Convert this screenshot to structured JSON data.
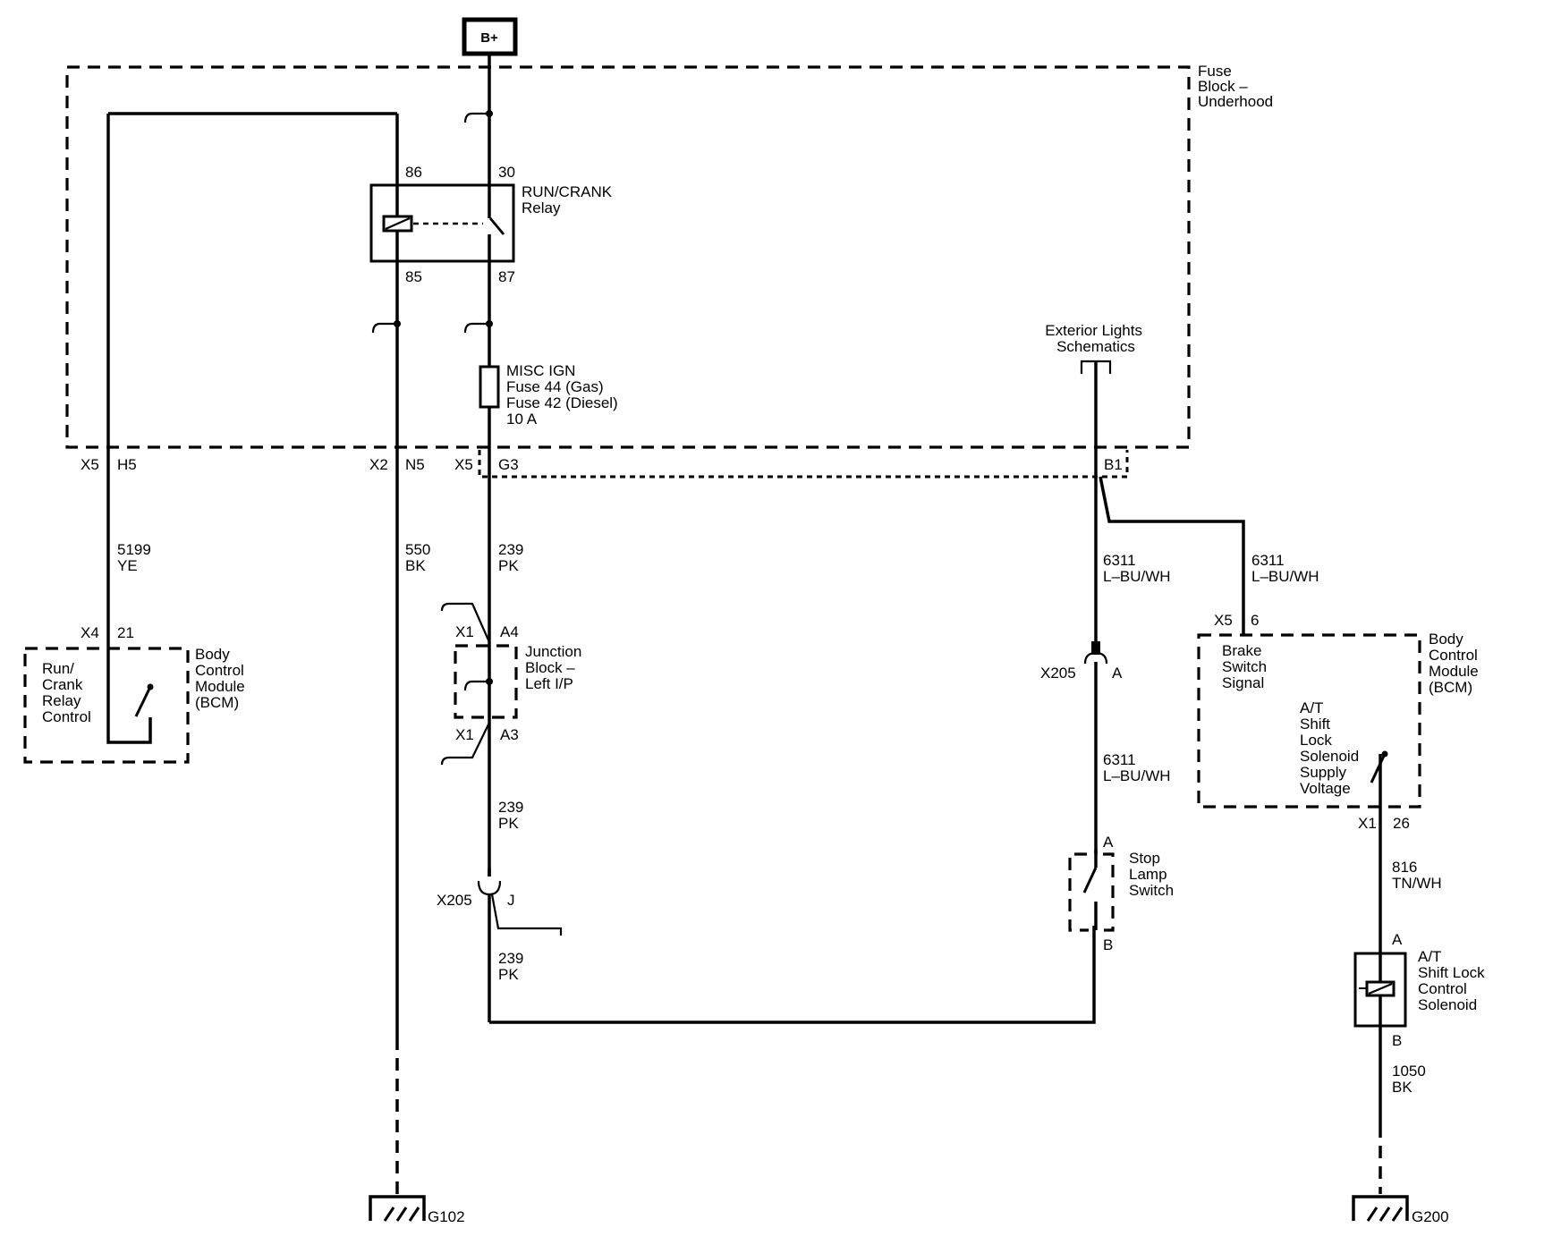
{
  "power": {
    "label": "B+"
  },
  "fuse_block": {
    "name": [
      "Fuse",
      "Block –",
      "Underhood"
    ]
  },
  "relay": {
    "name": [
      "RUN/CRANK",
      "Relay"
    ],
    "pin86": "86",
    "pin30": "30",
    "pin85": "85",
    "pin87": "87"
  },
  "fuse": {
    "lines": [
      "MISC IGN",
      "Fuse 44 (Gas)",
      "Fuse 42 (Diesel)",
      "10 A"
    ]
  },
  "exterior_lights": {
    "lines": [
      "Exterior Lights",
      "Schematics"
    ]
  },
  "connectors": {
    "x5_h5": [
      "X5",
      "H5"
    ],
    "x2_n5": [
      "X2",
      "N5"
    ],
    "x5_g3": [
      "X5",
      "G3"
    ],
    "b1": "B1",
    "x4_21": [
      "X4",
      "21"
    ],
    "x1_a4": [
      "X1",
      "A4"
    ],
    "x1_a3": [
      "X1",
      "A3"
    ],
    "x205_j": [
      "X205",
      "J"
    ],
    "x205_a": [
      "X205",
      "A"
    ],
    "x5_6": [
      "X5",
      "6"
    ],
    "x1_26": [
      "X1",
      "26"
    ],
    "stop_a": "A",
    "stop_b": "B",
    "sol_a": "A",
    "sol_b": "B"
  },
  "wires": {
    "w5199": [
      "5199",
      "YE"
    ],
    "w550": [
      "550",
      "BK"
    ],
    "w239_top": [
      "239",
      "PK"
    ],
    "w239_mid": [
      "239",
      "PK"
    ],
    "w239_bot": [
      "239",
      "PK"
    ],
    "w6311_left": [
      "6311",
      "L–BU/WH"
    ],
    "w6311_right": [
      "6311",
      "L–BU/WH"
    ],
    "w6311_low": [
      "6311",
      "L–BU/WH"
    ],
    "w816": [
      "816",
      "TN/WH"
    ],
    "w1050": [
      "1050",
      "BK"
    ]
  },
  "bcm_left": {
    "name": [
      "Body",
      "Control",
      "Module",
      "(BCM)"
    ],
    "function": [
      "Run/",
      "Crank",
      "Relay",
      "Control"
    ]
  },
  "bcm_right": {
    "name": [
      "Body",
      "Control",
      "Module",
      "(BCM)"
    ],
    "input": [
      "Brake",
      "Switch",
      "Signal"
    ],
    "output": [
      "A/T",
      "Shift",
      "Lock",
      "Solenoid",
      "Supply",
      "Voltage"
    ]
  },
  "junction_block": {
    "name": [
      "Junction",
      "Block –",
      "Left I/P"
    ]
  },
  "stop_lamp_switch": {
    "name": [
      "Stop",
      "Lamp",
      "Switch"
    ]
  },
  "solenoid": {
    "name": [
      "A/T",
      "Shift Lock",
      "Control",
      "Solenoid"
    ]
  },
  "grounds": {
    "g102": "G102",
    "g200": "G200"
  }
}
